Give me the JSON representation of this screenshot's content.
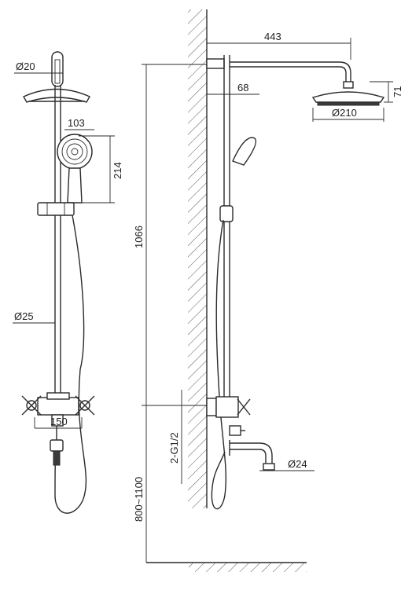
{
  "labels": {
    "d20": "Ø20",
    "d103": "103",
    "d214": "214",
    "d25": "Ø25",
    "d150": "150",
    "d443": "443",
    "d68": "68",
    "d71": "71",
    "d210": "Ø210",
    "d1066": "1066",
    "g12": "2-G1/2",
    "h800": "800~1100",
    "d24": "Ø24"
  }
}
